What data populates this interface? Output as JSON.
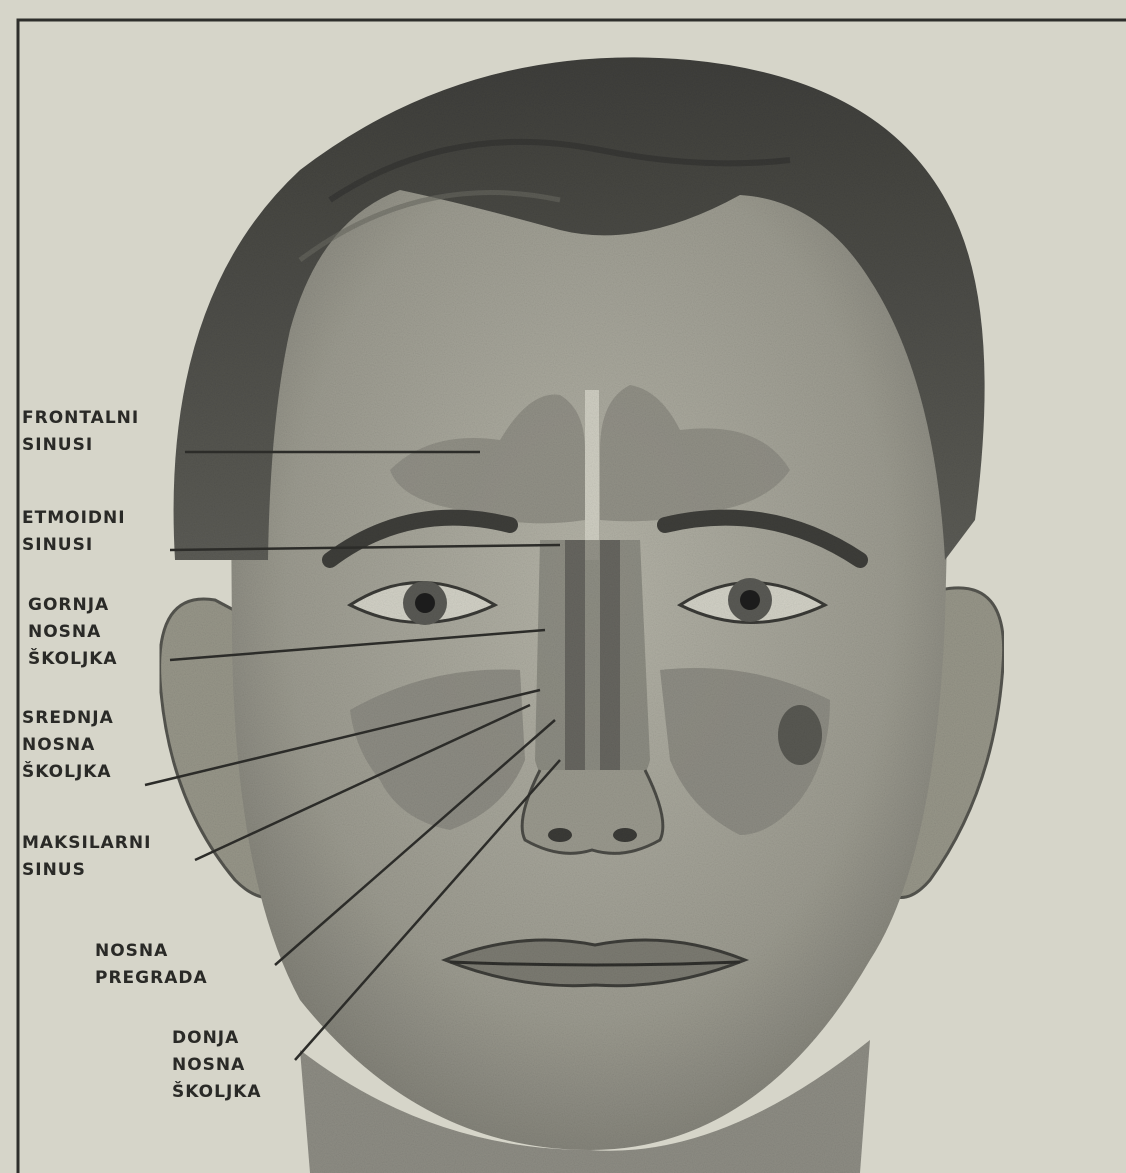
{
  "labels": {
    "frontalni": "FRONTALNI\nSINUSI",
    "etmoidni": "ETMOIDNI\nSINUSI",
    "gornja": "GORNJA\nNOSNA\nŠKOLJKA",
    "srednja": "SREDNJA\nNOSNA\nŠKOLJKA",
    "maksilarni": "MAKSILARNI\nSINUS",
    "pregrada": "NOSNA\nPREGRADA",
    "donja": "DONJA\nNOSNA\nŠKOLJKA"
  },
  "colors": {
    "paper": "#d6d5c9",
    "skin": "#a9a89c",
    "hair": "#4a4a45",
    "sinus": "#8d8c83",
    "ink": "#2a2a27"
  }
}
